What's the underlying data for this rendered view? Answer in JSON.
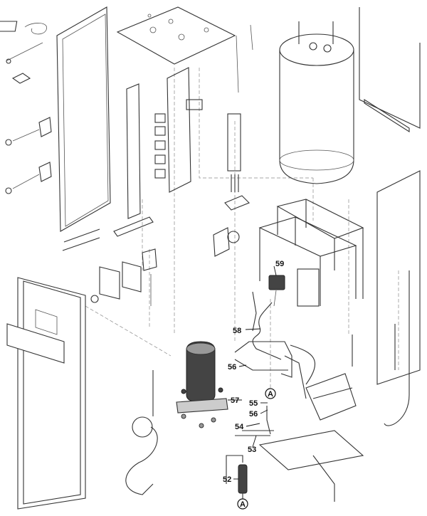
{
  "callouts": [
    {
      "id": "59",
      "label": "59"
    },
    {
      "id": "58",
      "label": "58"
    },
    {
      "id": "56a",
      "label": "56"
    },
    {
      "id": "57",
      "label": "57"
    },
    {
      "id": "55",
      "label": "55"
    },
    {
      "id": "56b",
      "label": "56"
    },
    {
      "id": "54",
      "label": "54"
    },
    {
      "id": "53",
      "label": "53"
    },
    {
      "id": "52",
      "label": "52"
    }
  ],
  "connectors": [
    {
      "id": "A-top",
      "label": "A"
    },
    {
      "id": "A-bottom",
      "label": "A"
    }
  ]
}
